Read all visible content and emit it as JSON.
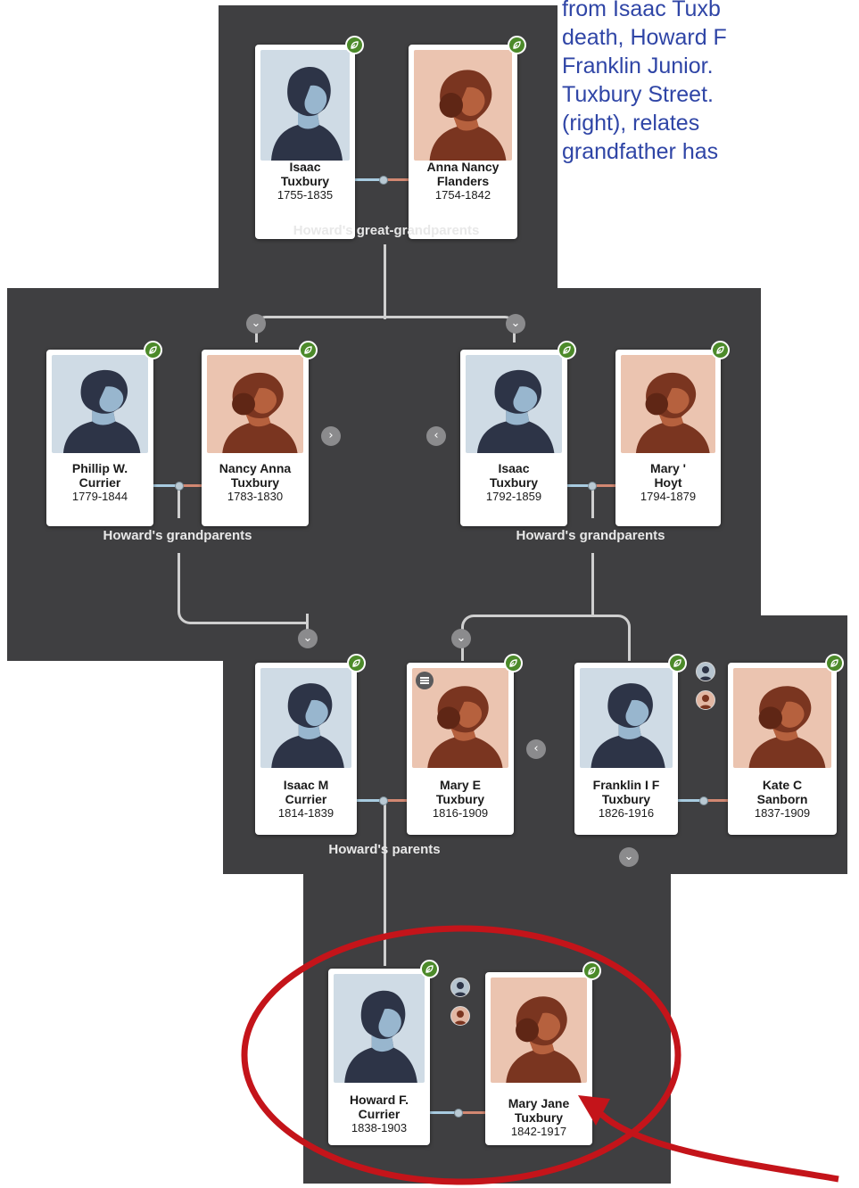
{
  "story_lines": [
    "from  Isaac  Tuxb",
    "death,  Howard  F",
    "Franklin Junior.",
    "Tuxbury Street.",
    "(right),    relates",
    "grandfather has"
  ],
  "people": {
    "isaac_1755": {
      "first": "Isaac",
      "last": "Tuxbury",
      "dates": "1755-1835"
    },
    "anna_1754": {
      "first": "Anna Nancy",
      "last": "Flanders",
      "dates": "1754-1842"
    },
    "phillip_1779": {
      "first": "Phillip W.",
      "last": "Currier",
      "dates": "1779-1844"
    },
    "nancy_1783": {
      "first": "Nancy Anna",
      "last": "Tuxbury",
      "dates": "1783-1830"
    },
    "isaac_1792": {
      "first": "Isaac",
      "last": "Tuxbury",
      "dates": "1792-1859"
    },
    "mary_1794": {
      "first": "Mary '",
      "last": "Hoyt",
      "dates": "1794-1879"
    },
    "isaacm_1814": {
      "first": "Isaac M",
      "last": "Currier",
      "dates": "1814-1839"
    },
    "marye_1816": {
      "first": "Mary E",
      "last": "Tuxbury",
      "dates": "1816-1909"
    },
    "franklin_1826": {
      "first": "Franklin I F",
      "last": "Tuxbury",
      "dates": "1826-1916"
    },
    "kate_1837": {
      "first": "Kate C",
      "last": "Sanborn",
      "dates": "1837-1909"
    },
    "howard_1838": {
      "first": "Howard F.",
      "last": "Currier",
      "dates": "1838-1903"
    },
    "maryjane_1842": {
      "first": "Mary Jane",
      "last": "Tuxbury",
      "dates": "1842-1917"
    }
  },
  "captions": {
    "great_grandparents": "Howard's great-grandparents",
    "grandparents_left": "Howard's grandparents",
    "grandparents_right": "Howard's grandparents",
    "parents": "Howard's parents"
  },
  "colors": {
    "background": "#3f3f41",
    "male_portrait": "#cfdbe5",
    "female_portrait": "#ebc4b0",
    "hint_leaf": "#4c8a2a",
    "annotation": "#c4141a",
    "story_text": "#2f45a6"
  },
  "icons": {
    "hint": "leaf-hint-icon",
    "expand_down": "chevron-down-icon",
    "expand_right": "chevron-right-icon",
    "expand_left": "chevron-left-icon",
    "notes": "menu-icon"
  }
}
